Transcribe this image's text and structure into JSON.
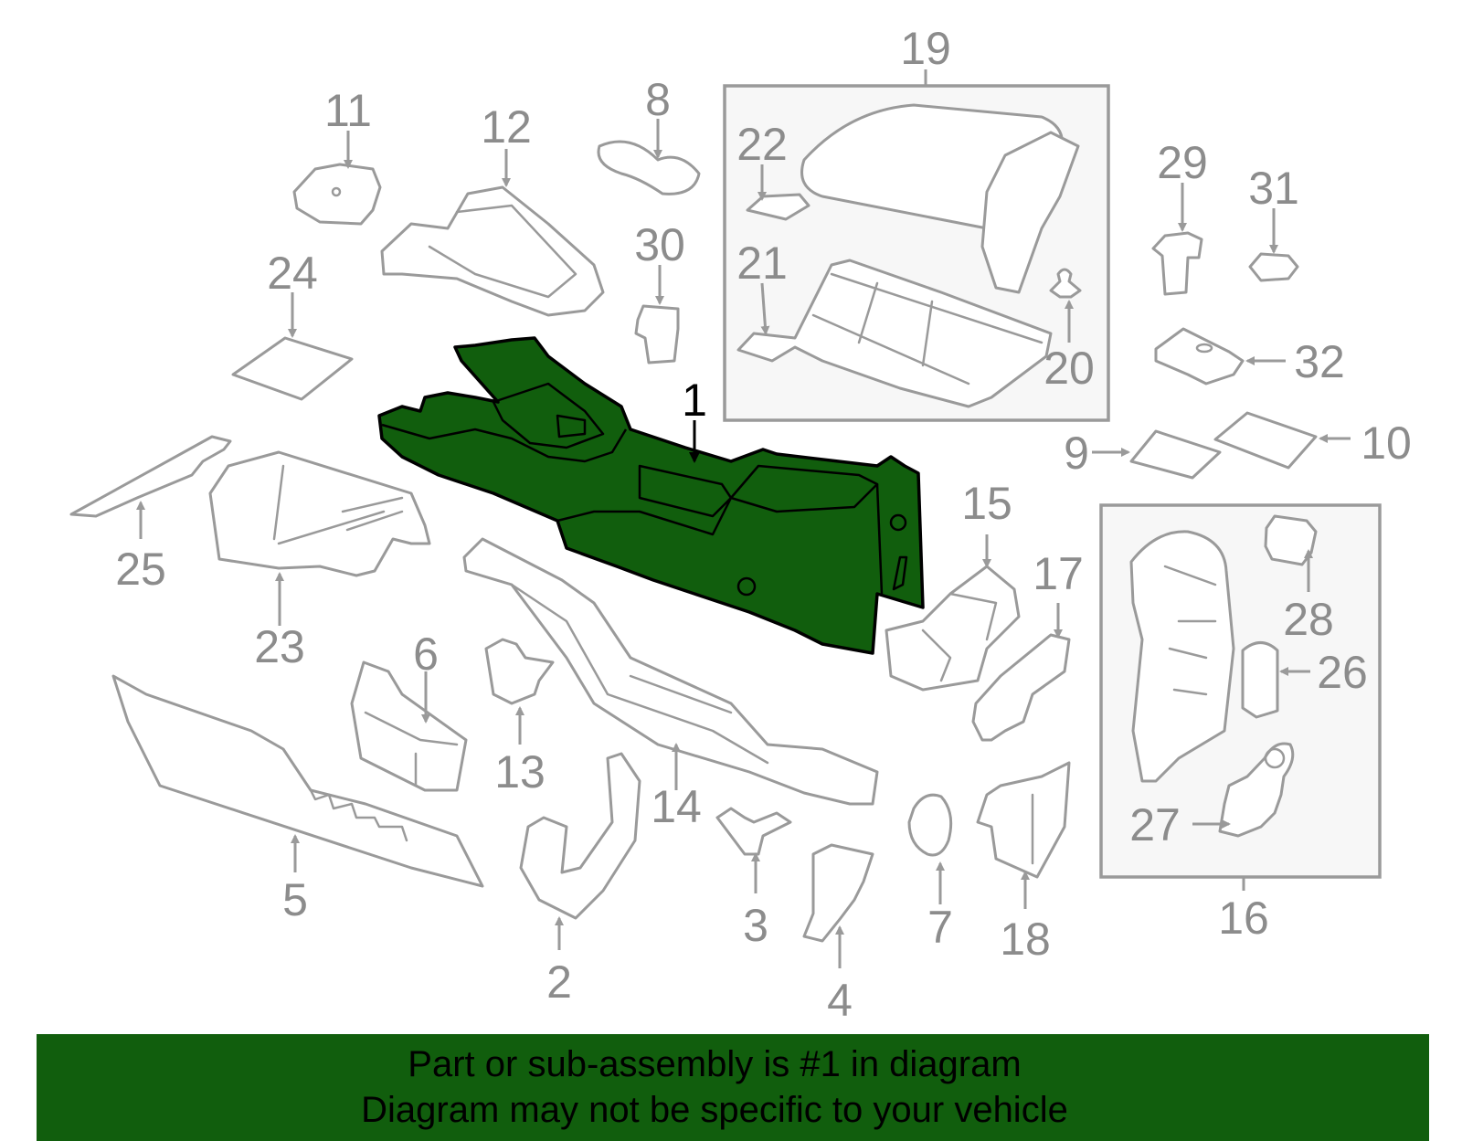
{
  "highlighted_part": "1",
  "callouts": [
    "1",
    "2",
    "3",
    "4",
    "5",
    "6",
    "7",
    "8",
    "9",
    "10",
    "11",
    "12",
    "13",
    "14",
    "15",
    "16",
    "17",
    "18",
    "19",
    "20",
    "21",
    "22",
    "23",
    "24",
    "25",
    "26",
    "27",
    "28",
    "29",
    "30",
    "31",
    "32"
  ],
  "colors": {
    "highlight": "#115e0d",
    "banner": "#115e0d",
    "line": "#9a9a9a",
    "label": "#8c8c8c"
  },
  "banner": {
    "line1": "Part or sub-assembly is #1 in diagram",
    "line2": "Diagram may not be specific to your vehicle"
  }
}
